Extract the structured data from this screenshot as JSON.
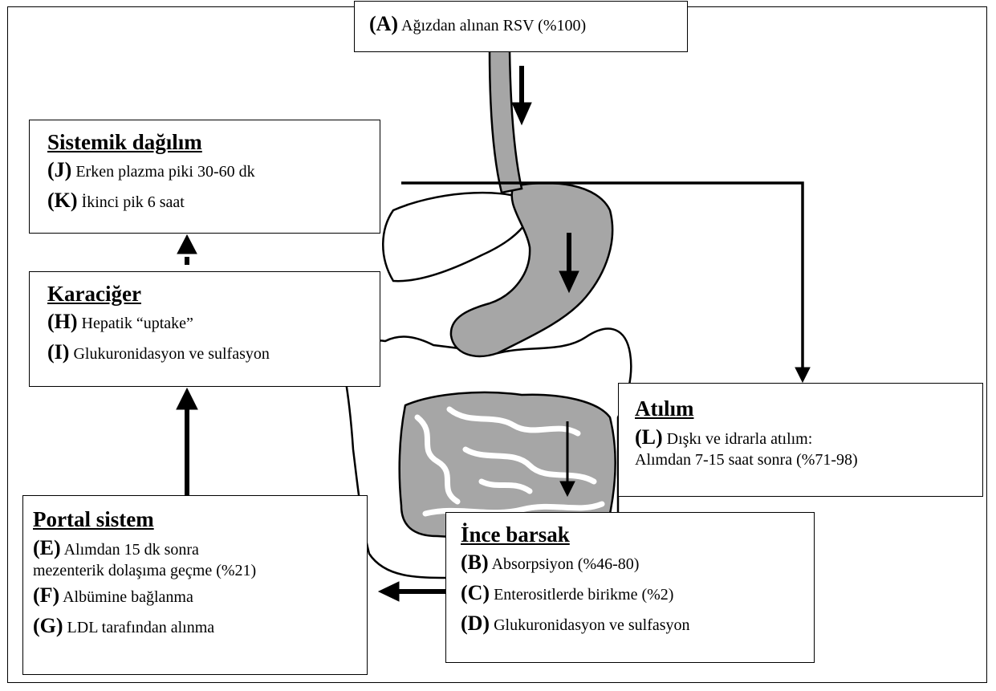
{
  "source_box": {
    "tag": "(A)",
    "text": "Ağızdan alınan RSV (%100)"
  },
  "systemic": {
    "title": "Sistemik dağılım",
    "items": [
      {
        "tag": "(J)",
        "text": "Erken plazma piki 30-60 dk"
      },
      {
        "tag": "(K)",
        "text": "İkinci pik 6 saat"
      }
    ]
  },
  "liver": {
    "title": "Karaciğer",
    "items": [
      {
        "tag": "(H)",
        "text": "Hepatik “uptake”"
      },
      {
        "tag": "(I)",
        "text": "Glukuronidasyon ve sulfasyon"
      }
    ]
  },
  "excretion": {
    "title": "Atılım",
    "tag": "(L)",
    "line1": "Dışkı ve idrarla atılım:",
    "line2": "Alımdan 7-15 saat sonra (%71-98)"
  },
  "portal": {
    "title": "Portal sistem",
    "e_tag": "(E)",
    "e_line1": "Alımdan 15 dk sonra",
    "e_line2": "mezenterik dolaşıma geçme (%21)",
    "items": [
      {
        "tag": "(F)",
        "text": "Albümine bağlanma"
      },
      {
        "tag": "(G)",
        "text": "LDL tarafından alınma"
      }
    ]
  },
  "small_intestine": {
    "title": "İnce barsak",
    "items": [
      {
        "tag": "(B)",
        "text": "Absorpsiyon (%46-80)"
      },
      {
        "tag": "(C)",
        "text": "Enterositlerde birikme (%2)"
      },
      {
        "tag": "(D)",
        "text": "Glukuronidasyon ve sulfasyon"
      }
    ]
  },
  "colors": {
    "organ_gray": "#a6a6a6",
    "outline": "#000000",
    "background": "#ffffff"
  }
}
